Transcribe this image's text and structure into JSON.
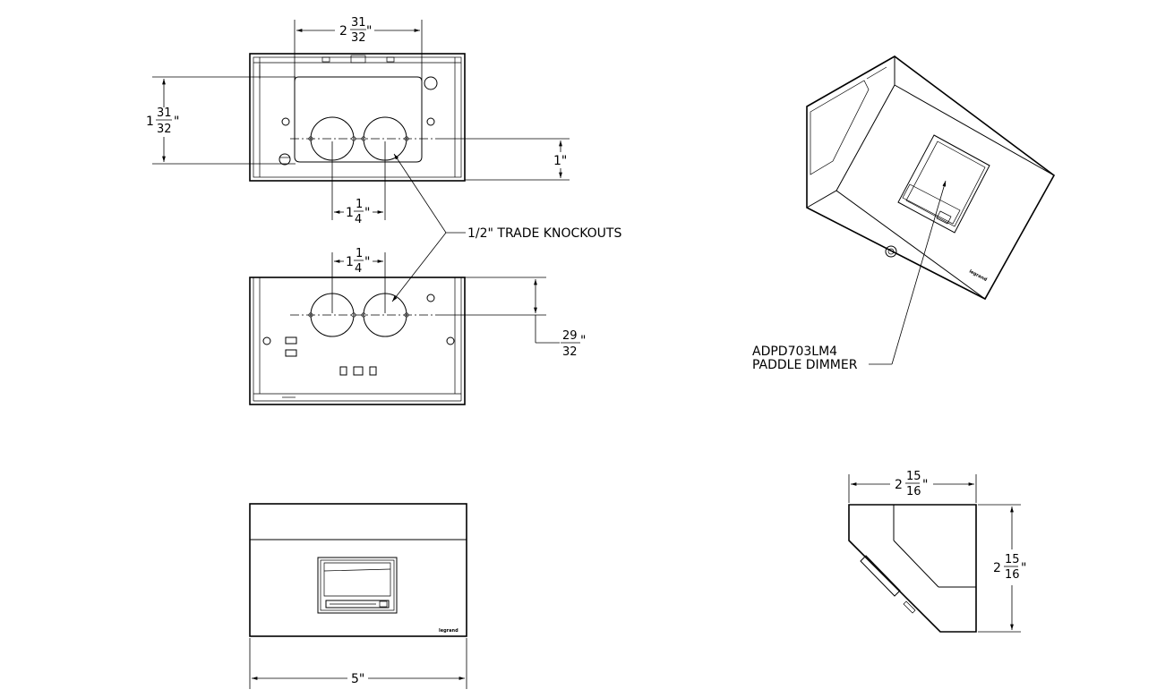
{
  "dimensions": {
    "top_width": {
      "whole": "2",
      "num": "31",
      "den": "32",
      "unit": "\""
    },
    "top_height": {
      "whole": "1",
      "num": "31",
      "den": "32",
      "unit": "\""
    },
    "top_offset": {
      "text": "1\""
    },
    "top_spacing": {
      "whole": "1",
      "num": "1",
      "den": "4",
      "unit": "\""
    },
    "mid_spacing": {
      "whole": "1",
      "num": "1",
      "den": "4",
      "unit": "\""
    },
    "mid_offset": {
      "num": "29",
      "den": "32",
      "unit": "\""
    },
    "front_width": {
      "text": "5\""
    },
    "side_width": {
      "whole": "2",
      "num": "15",
      "den": "16",
      "unit": "\""
    },
    "side_height": {
      "whole": "2",
      "num": "15",
      "den": "16",
      "unit": "\""
    }
  },
  "callouts": {
    "knockouts": "1/2\" TRADE KNOCKOUTS",
    "dimmer_model": "ADPD703LM4",
    "dimmer_name": "PADDLE DIMMER"
  },
  "brand_marks": {
    "iso": "legrand",
    "front": "legrand"
  }
}
